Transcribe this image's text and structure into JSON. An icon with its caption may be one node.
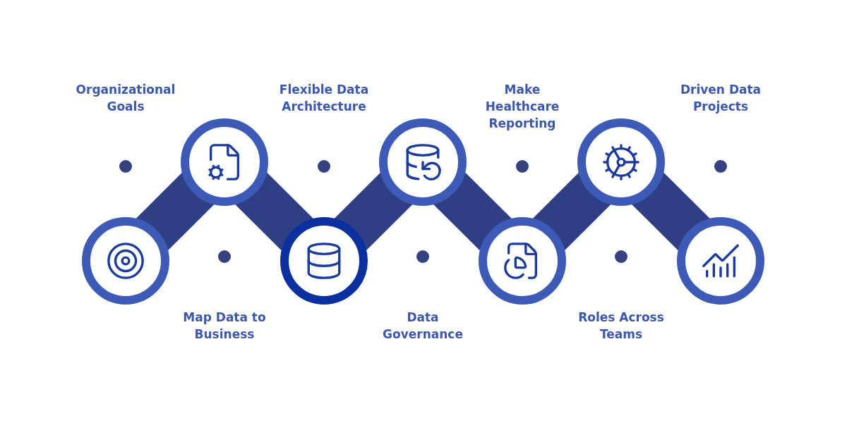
{
  "diagram": {
    "nodes": [
      {
        "text": [],
        "shape": "circle"
      },
      {
        "text": [],
        "shape": "circle"
      },
      {
        "text": [],
        "shape": "circle"
      },
      {
        "text": [],
        "shape": "circle"
      },
      {
        "text": [],
        "shape": "circle"
      },
      {
        "text": [],
        "shape": "circle"
      },
      {
        "text": [],
        "shape": "circle"
      }
    ],
    "edges": [
      {
        "from": 0,
        "to": 1,
        "arrow": "none"
      },
      {
        "from": 1,
        "to": 2,
        "arrow": "none"
      },
      {
        "from": 2,
        "to": 3,
        "arrow": "none"
      },
      {
        "from": 3,
        "to": 4,
        "arrow": "none"
      },
      {
        "from": 4,
        "to": 5,
        "arrow": "none"
      },
      {
        "from": 5,
        "to": 6,
        "arrow": "none"
      }
    ],
    "labels": [
      "Organizational Goals",
      "Flexible Data Architecture",
      "Make Healthcare Reporting",
      "Driven Data Projects",
      "Map Data to Business",
      "Data Governance",
      "Roles Across Teams"
    ]
  }
}
